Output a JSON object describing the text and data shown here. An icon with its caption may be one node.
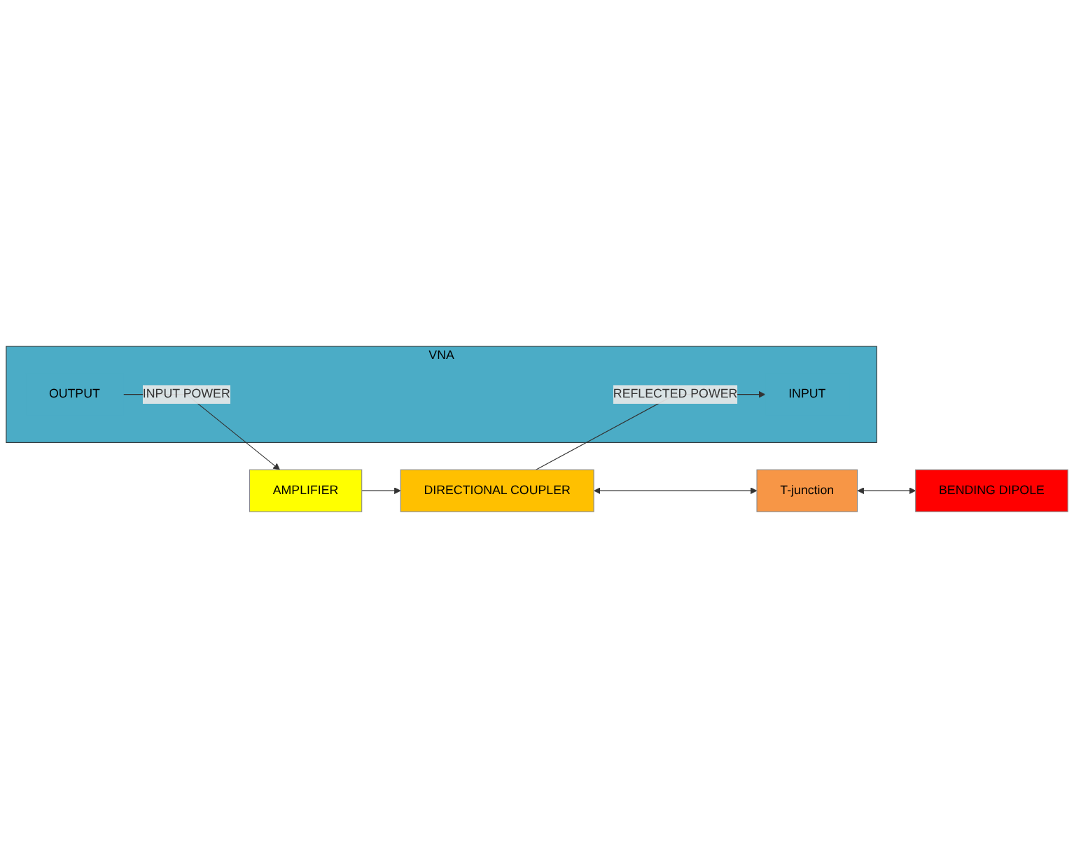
{
  "diagram": {
    "nodes": [
      {
        "text": [
          "VNA"
        ]
      },
      {
        "text": [
          "OUTPUT"
        ],
        "in": 0
      },
      {
        "text": [
          "INPUT"
        ],
        "in": 0
      },
      {
        "text": [
          "AMPLIFIER"
        ]
      },
      {
        "text": [
          "DIRECTIONAL COUPLER"
        ]
      },
      {
        "text": [
          "T-junction"
        ]
      },
      {
        "text": [
          "BENDING DIPOLE"
        ]
      }
    ],
    "edges": [
      {
        "from": 1,
        "to": 3,
        "arrow": "to",
        "label": "INPUT POWER"
      },
      {
        "from": 4,
        "to": 2,
        "arrow": "to",
        "label": "REFLECTED POWER"
      },
      {
        "from": 3,
        "to": 4,
        "arrow": "to"
      },
      {
        "from": 4,
        "to": 5,
        "arrow": "both"
      },
      {
        "from": 5,
        "to": 6,
        "arrow": "both"
      }
    ]
  }
}
